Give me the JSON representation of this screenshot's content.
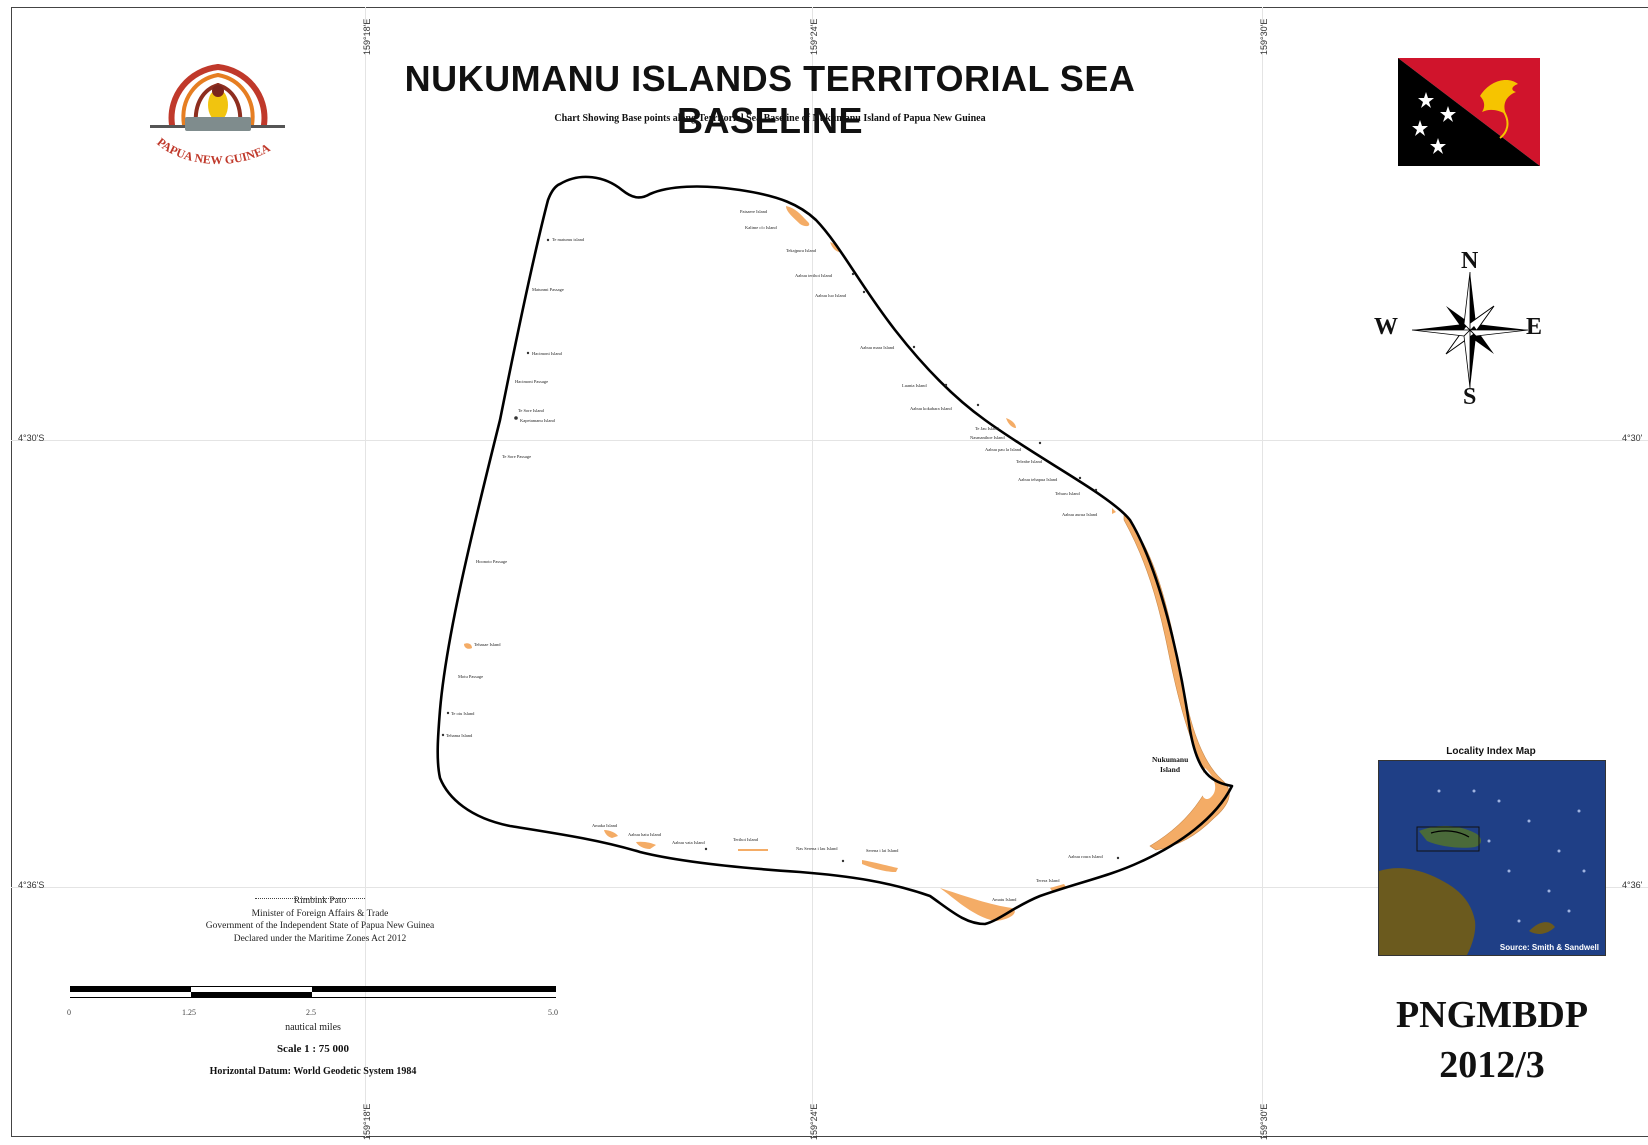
{
  "title": "NUKUMANU ISLANDS TERRITORIAL SEA BASELINE",
  "subtitle": "Chart Showing Base points along Territorial Sea Baseline of Nukumanu Island of Papua New Guinea",
  "grid": {
    "lon_labels_top": [
      "159°18'E",
      "159°24'E",
      "159°30'E"
    ],
    "lon_labels_bottom": [
      "159°18'E",
      "159°24'E",
      "159°30'E"
    ],
    "lat_labels_left": [
      "4°30'S",
      "4°36'S"
    ],
    "lat_labels_right": [
      "4°30'",
      "4°36'"
    ]
  },
  "emblem": {
    "icon": "bird-of-paradise-emblem-icon",
    "text": "PAPUA NEW GUINEA"
  },
  "flag": {
    "icon": "png-flag-icon",
    "colors": {
      "red": "#d0142c",
      "black": "#000000",
      "gold": "#f6c400",
      "white": "#ffffff"
    }
  },
  "compass": {
    "icon": "compass-rose-icon",
    "n": "N",
    "s": "S",
    "e": "E",
    "w": "W"
  },
  "map": {
    "island_fill": "#f4ac66",
    "baseline_color": "#000000",
    "main_island": [
      "Nukumanu",
      "Island"
    ],
    "places": [
      {
        "name": "Te matumu island"
      },
      {
        "name": "Matunmi Passage"
      },
      {
        "name": "Hacimoni Island"
      },
      {
        "name": "Hacimoni Passage"
      },
      {
        "name": "Te Sore Island"
      },
      {
        "name": "Kapetamanu Island"
      },
      {
        "name": "Te Sore Passage"
      },
      {
        "name": "Hoonoto Passage"
      },
      {
        "name": "Tehasae Island"
      },
      {
        "name": "Motu Passage"
      },
      {
        "name": "Te oiu Island"
      },
      {
        "name": "Tehama Island"
      },
      {
        "name": "Paisaere Island"
      },
      {
        "name": "Kalime o'o Island"
      },
      {
        "name": "Tekajpura Island"
      },
      {
        "name": "Aabuu terihoi Island"
      },
      {
        "name": "Aabuu luo Island"
      },
      {
        "name": "Aabuu mara Island"
      },
      {
        "name": "Luania Island"
      },
      {
        "name": "Aabuu kokabara Island"
      },
      {
        "name": "Te Jau Island"
      },
      {
        "name": "Nasmanihoe Island"
      },
      {
        "name": "Aabuu pau la Island"
      },
      {
        "name": "Teleabe Island"
      },
      {
        "name": "Aabuu tehapua Island"
      },
      {
        "name": "Tehuru Island"
      },
      {
        "name": "Aabuu aurua Island"
      },
      {
        "name": "Amaka Island"
      },
      {
        "name": "Aabuu hatu Island"
      },
      {
        "name": "Aabuu vata Island"
      },
      {
        "name": "Terihoi Island"
      },
      {
        "name": "Nas Serena i lau Island"
      },
      {
        "name": "Serena i lai Island"
      },
      {
        "name": "Amatu Island"
      },
      {
        "name": "Terera Island"
      },
      {
        "name": "Aabuu roura Island"
      }
    ]
  },
  "signature": {
    "name": "Rimbink Pato",
    "role": "Minister of Foreign Affairs & Trade",
    "government": "Government of the Independent State of Papua New Guinea",
    "act": "Declared under the Maritime Zones Act 2012"
  },
  "scale": {
    "ticks": [
      "0",
      "1.25",
      "2.5",
      "5.0"
    ],
    "units": "nautical miles",
    "ratio": "Scale 1 : 75 000",
    "datum": "Horizontal Datum: World Geodetic System 1984"
  },
  "index_map": {
    "title": "Locality Index Map",
    "source": "Source: Smith & Sandwell"
  },
  "doc_id": {
    "line1": "PNGMBDP",
    "line2": "2012/3"
  }
}
